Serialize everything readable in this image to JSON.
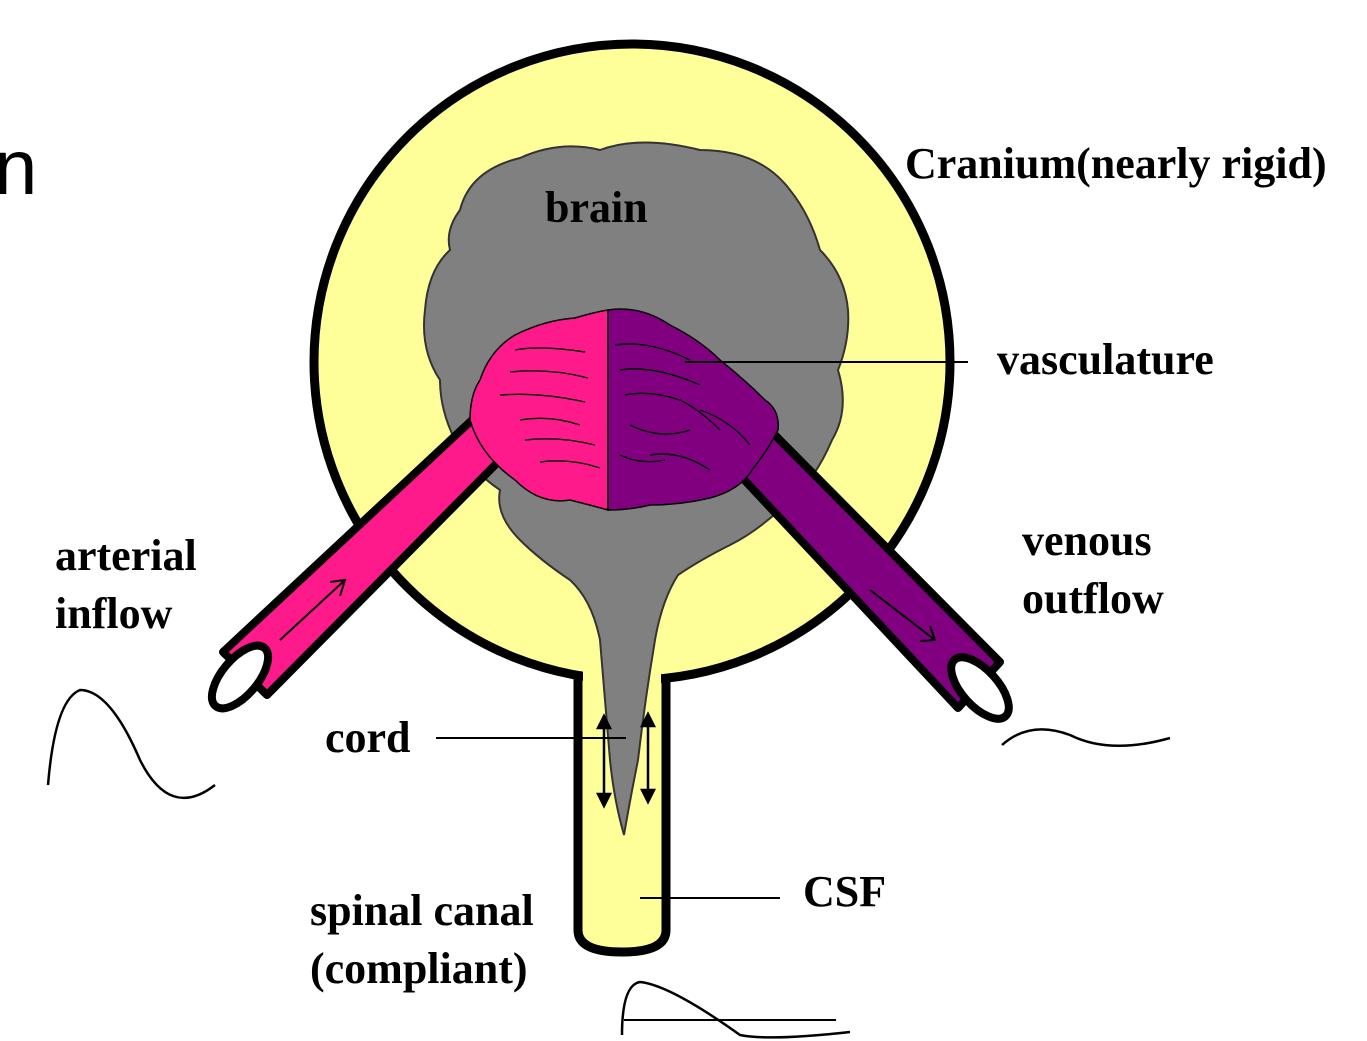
{
  "edge_text": "n",
  "labels": {
    "cranium": "Cranium(nearly rigid)",
    "brain": "brain",
    "vasculature": "vasculature",
    "arterial_line1": "arterial",
    "arterial_line2": "inflow",
    "venous_line1": "venous",
    "venous_line2": "outflow",
    "cord": "cord",
    "csf": "CSF",
    "spinal_line1": "spinal canal",
    "spinal_line2": "(compliant)"
  },
  "colors": {
    "cranium_fill": "#ffff99",
    "brain_fill": "#808080",
    "arterial": "#ff1a8c",
    "venous": "#800080",
    "outline": "#000000"
  }
}
